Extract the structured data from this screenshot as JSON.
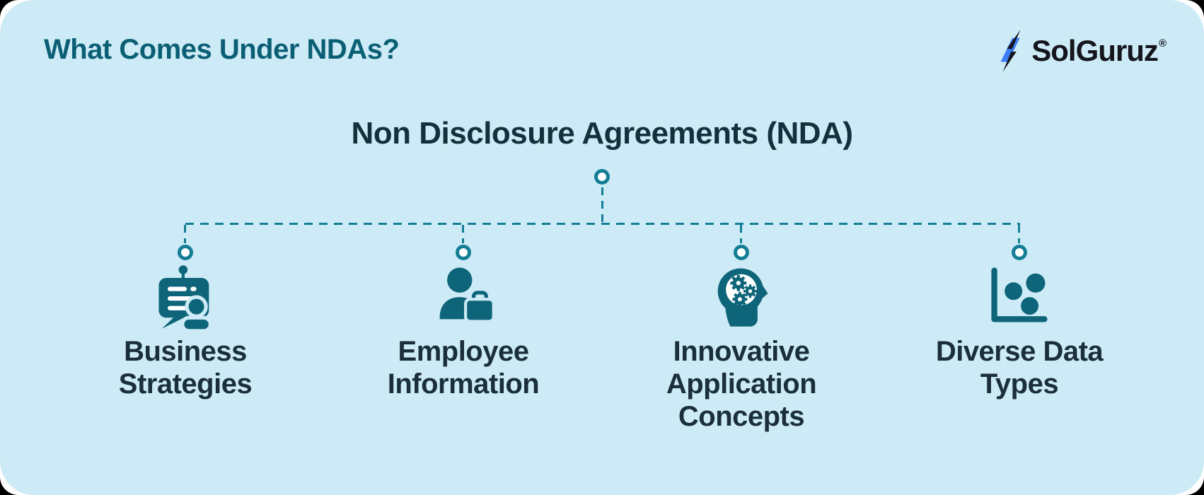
{
  "header": {
    "title": "What Comes Under NDAs?",
    "logo": {
      "text": "SolGuruz",
      "registered": "®",
      "icon": "solguruz-bolt-icon"
    }
  },
  "diagram": {
    "root": {
      "label": "Non Disclosure Agreements (NDA)"
    },
    "branches": [
      {
        "id": "business-strategies",
        "icon": "presentation-person-icon",
        "label_line1": "Business",
        "label_line2": "Strategies"
      },
      {
        "id": "employee-information",
        "icon": "person-briefcase-icon",
        "label_line1": "Employee",
        "label_line2": "Information"
      },
      {
        "id": "innovative-application-concepts",
        "icon": "head-gears-icon",
        "label_line1": "Innovative",
        "label_line2": "Application Concepts"
      },
      {
        "id": "diverse-data-types",
        "icon": "scatter-chart-icon",
        "label_line1": "Diverse Data",
        "label_line2": "Types"
      }
    ]
  },
  "colors": {
    "card_background": "#CDEBF6",
    "outer_background": "#000000",
    "title_teal": "#0B5F75",
    "node_text": "#14303D",
    "label_text": "#1B2F3B",
    "icon_teal": "#0E6579",
    "connector_teal": "#147E96",
    "logo_blue": "#3D7EF7",
    "logo_black": "#15151D"
  }
}
